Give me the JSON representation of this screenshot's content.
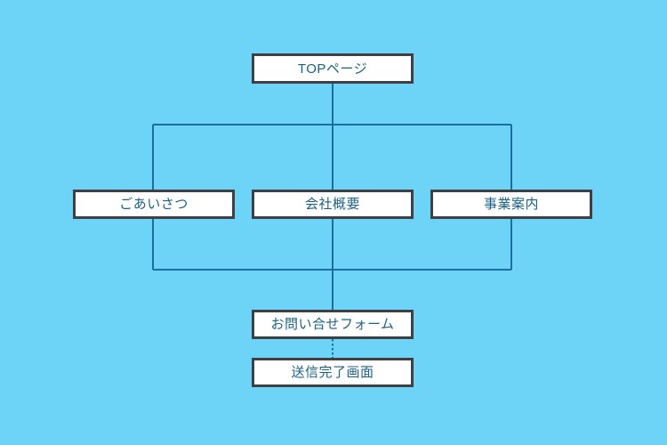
{
  "diagram": {
    "type": "site-map-flowchart",
    "background_color": "#6dd4f8",
    "box_fill_color": "#ffffff",
    "box_border_color": "#3f3f44",
    "text_color": "#1a6189",
    "connector_color": "#1a6f9e",
    "nodes": [
      {
        "id": "top",
        "label": "TOPページ",
        "level": 0
      },
      {
        "id": "greeting",
        "label": "ごあいさつ",
        "level": 1
      },
      {
        "id": "company",
        "label": "会社概要",
        "level": 1
      },
      {
        "id": "business",
        "label": "事業案内",
        "level": 1
      },
      {
        "id": "contact",
        "label": "お問い合せフォーム",
        "level": 2
      },
      {
        "id": "sent",
        "label": "送信完了画面",
        "level": 3
      }
    ],
    "connectors": [
      {
        "from": "top",
        "to": "bus-upper",
        "style": "solid"
      },
      {
        "from": "bus-upper",
        "to": "greeting",
        "style": "solid"
      },
      {
        "from": "bus-upper",
        "to": "company",
        "style": "solid"
      },
      {
        "from": "bus-upper",
        "to": "business",
        "style": "solid"
      },
      {
        "from": "greeting",
        "to": "bus-lower",
        "style": "solid"
      },
      {
        "from": "company",
        "to": "bus-lower",
        "style": "solid"
      },
      {
        "from": "business",
        "to": "bus-lower",
        "style": "solid"
      },
      {
        "from": "bus-lower",
        "to": "contact",
        "style": "solid"
      },
      {
        "from": "contact",
        "to": "sent",
        "style": "dotted"
      }
    ]
  }
}
